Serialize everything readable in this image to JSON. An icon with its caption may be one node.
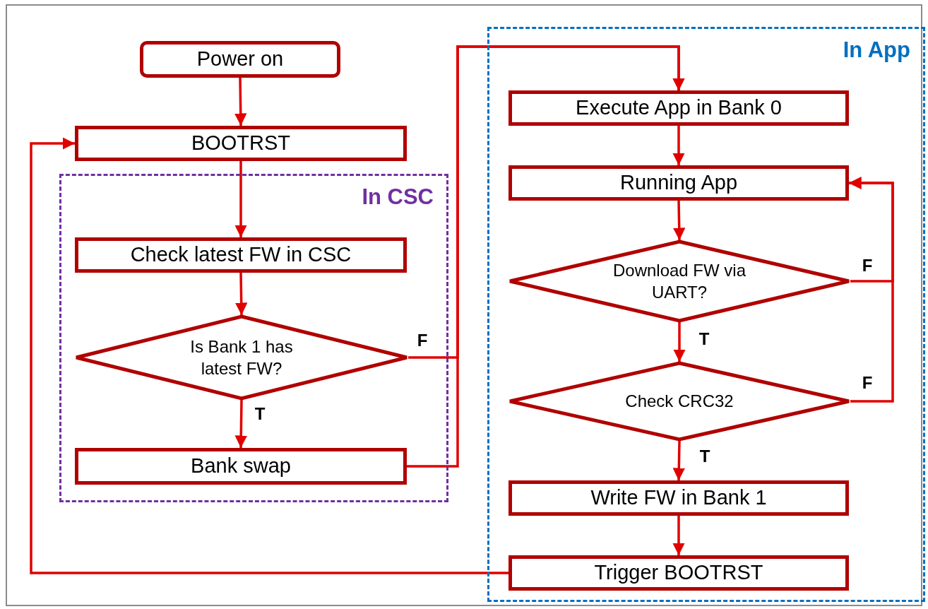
{
  "diagram": {
    "nodes": [
      {
        "text": [
          "Power on"
        ]
      },
      {
        "text": [
          "BOOTRST"
        ]
      },
      {
        "text": [
          "In CSC"
        ]
      },
      {
        "text": [
          "Check latest FW in CSC"
        ],
        "in": 2
      },
      {
        "text": [
          "Is Bank 1 has latest FW?"
        ],
        "in": 2
      },
      {
        "text": [
          "Bank swap"
        ],
        "in": 2
      },
      {
        "text": [
          "In App"
        ]
      },
      {
        "text": [
          "Execute App in Bank 0"
        ],
        "in": 6
      },
      {
        "text": [
          "Running App"
        ],
        "in": 6
      },
      {
        "text": [
          "Download FW via UART?"
        ],
        "in": 6
      },
      {
        "text": [
          "Check CRC32"
        ],
        "in": 6
      },
      {
        "text": [
          "Write FW in Bank 1"
        ],
        "in": 6
      },
      {
        "text": [
          "Trigger BOOTRST"
        ],
        "in": 6
      }
    ],
    "edges": [
      {
        "from": 0,
        "to": 1,
        "arrow": "to"
      },
      {
        "from": 1,
        "to": 3,
        "arrow": "to"
      },
      {
        "from": 3,
        "to": 4,
        "arrow": "to"
      },
      {
        "from": 4,
        "to": 5,
        "arrow": "to",
        "label": "T"
      },
      {
        "from": 4,
        "to": 7,
        "arrow": "to",
        "label": "F"
      },
      {
        "from": 5,
        "to": 7,
        "arrow": "to"
      },
      {
        "from": 7,
        "to": 8,
        "arrow": "to"
      },
      {
        "from": 8,
        "to": 9,
        "arrow": "to"
      },
      {
        "from": 9,
        "to": 10,
        "arrow": "to",
        "label": "T"
      },
      {
        "from": 10,
        "to": 11,
        "arrow": "to",
        "label": "T"
      },
      {
        "from": 11,
        "to": 12,
        "arrow": "to"
      },
      {
        "from": 9,
        "to": 8,
        "arrow": "to",
        "label": "F"
      },
      {
        "from": 10,
        "to": 8,
        "arrow": "to",
        "label": "F"
      },
      {
        "from": 12,
        "to": 1,
        "arrow": "to"
      }
    ]
  }
}
